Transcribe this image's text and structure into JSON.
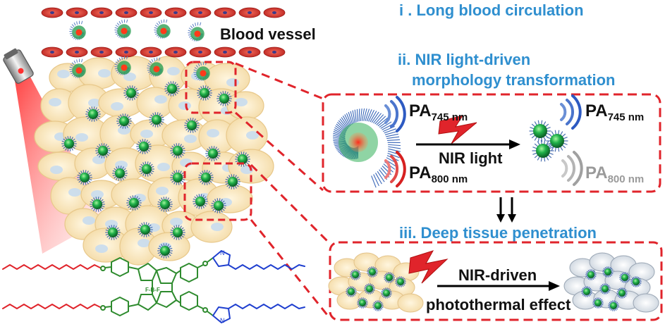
{
  "labels": {
    "blood_vessel": "Blood vessel",
    "step1": "i . Long blood circulation",
    "step2_line1": "ii. NIR light-driven",
    "step2_line2": "morphology transformation",
    "step3": "iii. Deep tissue penetration"
  },
  "panel_transform": {
    "pa_main": "PA",
    "pa_745_sub": "745 nm",
    "pa_800_sub": "800 nm",
    "arrow_label": "NIR light"
  },
  "panel_penetration": {
    "arrow_label_line1": "NIR-driven",
    "arrow_label_line2": "photothermal effect"
  },
  "molecule": {
    "fluorine_label": "F-B-F",
    "nitrogen_label": "N"
  },
  "colors": {
    "step_text": "#2f8fcf",
    "dashed_red": "#e0242b",
    "red_cell": "#d8322e",
    "tissue_cell": "#fbe9c3",
    "nanoparticle": "#19a14a",
    "chain_red": "#e0242b",
    "chain_green": "#2e8b2e",
    "chain_blue": "#1f3fcf"
  }
}
